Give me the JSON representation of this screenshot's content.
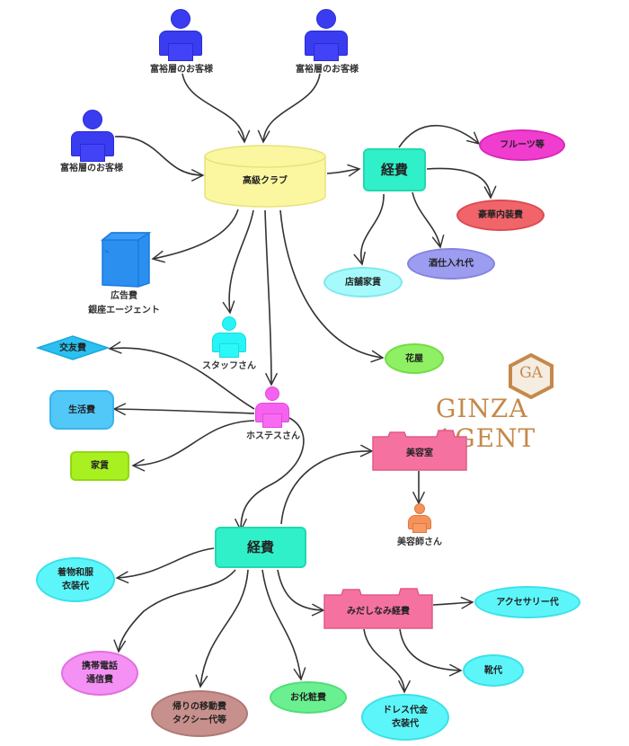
{
  "title": "銀座 高級クラブ 経費フロー図",
  "colors": {
    "customer": "#3a3cf0",
    "club": "#fbf7a0",
    "expense": "#2ff0c8",
    "fruit": "#f03ccf",
    "interior": "#f0646a",
    "liquor": "#9c9cf0",
    "rent": "#a6fafc",
    "ad": "#2b8ff0",
    "staff": "#26f4f6",
    "hostess": "#f562ef",
    "flower": "#8ef062",
    "social": "#2bc0f0",
    "living": "#52c8f8",
    "housing": "#a8f020",
    "salon": "#f572a0",
    "stylist": "#f5925a",
    "kimono": "#5cf6fa",
    "phone": "#f590f5",
    "taxi": "#c8908c",
    "cosmetics": "#6af090",
    "dress": "#5cf6fa",
    "logo": "#c4894a",
    "line": "#333333"
  },
  "nodes": {
    "customer_1": "富裕層のお客様",
    "customer_2": "富裕層のお客様",
    "customer_3": "富裕層のお客様",
    "club": "高級クラブ",
    "expense_top": "経費",
    "fruit": "フルーツ等",
    "interior": "豪華内装費",
    "liquor": "酒仕入れ代",
    "rent": "店舗家賃",
    "ad": "広告費\n銀座エージェント",
    "staff": "スタッフさん",
    "hostess": "ホステスさん",
    "flower": "花屋",
    "social": "交友費",
    "living": "生活費",
    "housing": "家賃",
    "salon": "美容室",
    "stylist": "美容師さん",
    "expense_bottom": "経費",
    "kimono": "着物和服\n衣装代",
    "grooming": "みだしなみ経費",
    "accessory": "アクセサリー代",
    "shoes": "靴代",
    "dress": "ドレス代金\n衣装代",
    "phone": "携帯電話\n通信費",
    "taxi": "帰りの移動費\nタクシー代等",
    "cosmetics": "お化粧費"
  },
  "logo": {
    "mark": "GA",
    "text": "GINZA AGENT"
  }
}
